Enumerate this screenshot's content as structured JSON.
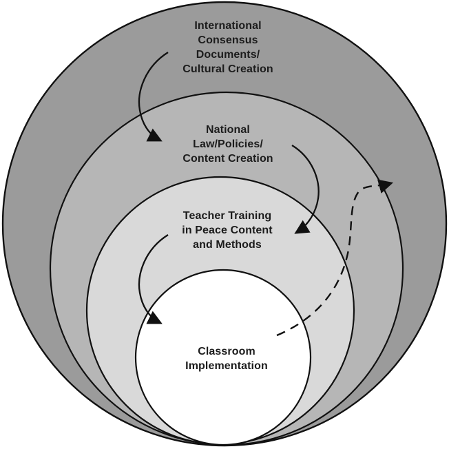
{
  "figure": {
    "description": "Nested circles diagram of peace education implementation levels with arrows flowing from outer levels inward and a dashed feedback arrow flowing back outward"
  },
  "levels": [
    {
      "id": "international",
      "label": "International\nConsensus\nDocuments/\nCultural Creation",
      "color": "#9b9b9b"
    },
    {
      "id": "national",
      "label": "National\nLaw/Policies/\nContent Creation",
      "color": "#b6b6b6"
    },
    {
      "id": "teacher-training",
      "label": "Teacher Training\nin Peace Content\nand Methods",
      "color": "#d9d9d9"
    },
    {
      "id": "classroom",
      "label": "Classroom\nImplementation",
      "color": "#ffffff"
    }
  ],
  "arrows": [
    {
      "from": "international",
      "to": "national",
      "style": "solid"
    },
    {
      "from": "national",
      "to": "teacher-training",
      "style": "solid"
    },
    {
      "from": "teacher-training",
      "to": "classroom",
      "style": "solid"
    },
    {
      "from": "classroom",
      "to": "international",
      "style": "dashed"
    }
  ],
  "colors": {
    "outline": "#111111",
    "arrow": "#111111",
    "text": "#1c1c1c",
    "background": "#ffffff"
  }
}
